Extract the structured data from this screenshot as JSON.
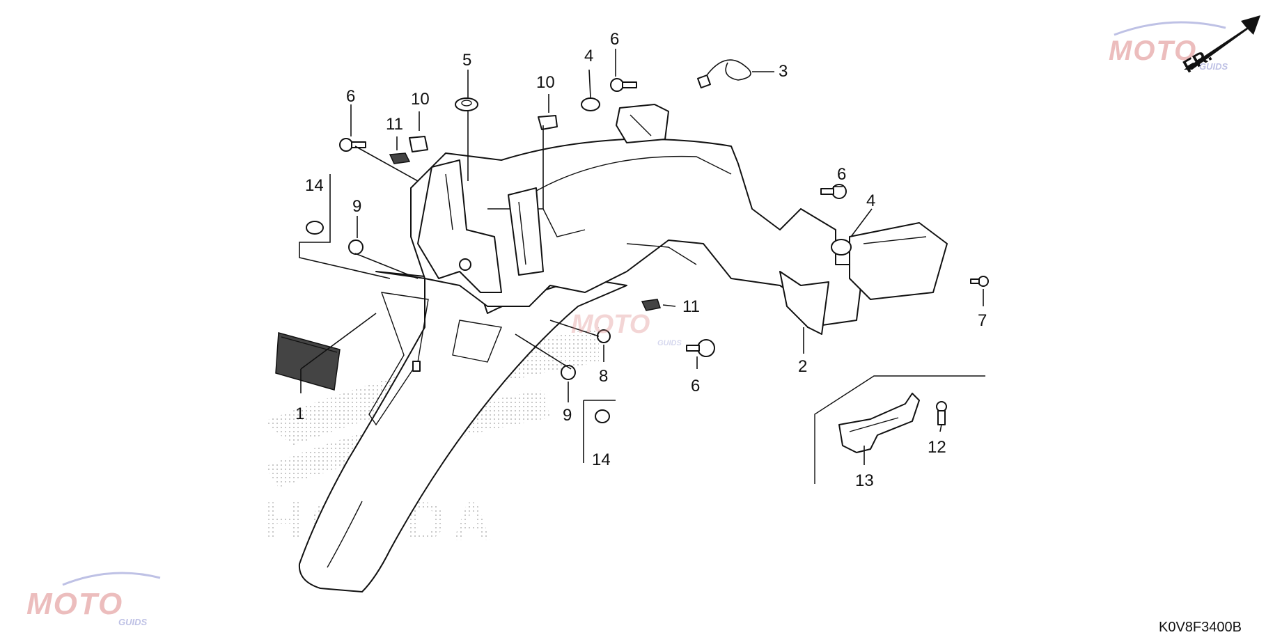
{
  "diagram_code": "K0V8F3400B",
  "direction_label": "FR.",
  "watermark": {
    "brand": "MOTO",
    "sub": "GUIDS"
  },
  "background_logo": "HONDA",
  "callouts": {
    "c1": "1",
    "c2": "2",
    "c3": "3",
    "c4a": "4",
    "c4b": "4",
    "c5": "5",
    "c6a": "6",
    "c6b": "6",
    "c6c": "6",
    "c6d": "6",
    "c7": "7",
    "c8": "8",
    "c9a": "9",
    "c9b": "9",
    "c10a": "10",
    "c10b": "10",
    "c11a": "11",
    "c11b": "11",
    "c12": "12",
    "c13": "13",
    "c14a": "14",
    "c14b": "14"
  }
}
